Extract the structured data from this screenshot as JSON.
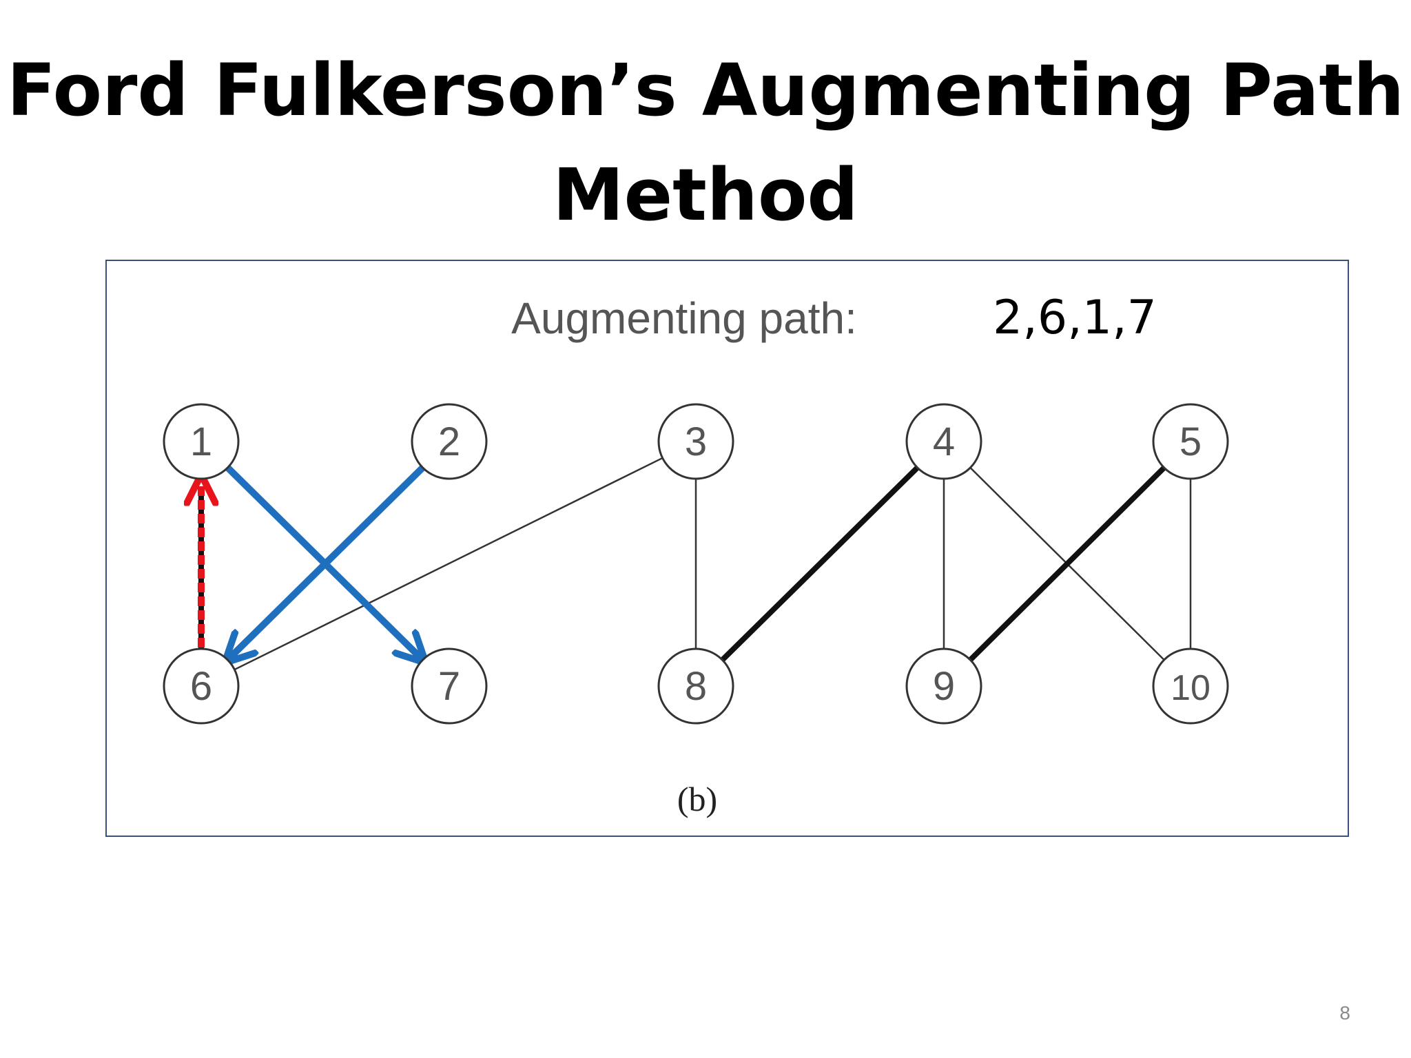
{
  "slide": {
    "title_line1": "Ford Fulkerson’s Augmenting Path",
    "title_line2": "Method",
    "page_number": "8"
  },
  "figure": {
    "label_prefix": "Augmenting path:",
    "path_value": "2,6,1,7",
    "caption": "(b)",
    "nodes": [
      {
        "id": "1",
        "label": "1"
      },
      {
        "id": "2",
        "label": "2"
      },
      {
        "id": "3",
        "label": "3"
      },
      {
        "id": "4",
        "label": "4"
      },
      {
        "id": "5",
        "label": "5"
      },
      {
        "id": "6",
        "label": "6"
      },
      {
        "id": "7",
        "label": "7"
      },
      {
        "id": "8",
        "label": "8"
      },
      {
        "id": "9",
        "label": "9"
      },
      {
        "id": "10",
        "label": "10"
      }
    ],
    "edges": [
      {
        "from": "3",
        "to": "6",
        "style": "thin"
      },
      {
        "from": "3",
        "to": "8",
        "style": "thin"
      },
      {
        "from": "4",
        "to": "9",
        "style": "thin"
      },
      {
        "from": "4",
        "to": "10",
        "style": "thin"
      },
      {
        "from": "5",
        "to": "10",
        "style": "thin"
      },
      {
        "from": "4",
        "to": "8",
        "style": "matched"
      },
      {
        "from": "5",
        "to": "9",
        "style": "matched"
      },
      {
        "from": "2",
        "to": "6",
        "style": "augment-forward"
      },
      {
        "from": "6",
        "to": "1",
        "style": "augment-backward"
      },
      {
        "from": "1",
        "to": "7",
        "style": "augment-forward"
      }
    ],
    "colors": {
      "forward": "#1f6fbf",
      "backward": "#e8141c",
      "matched": "#111111",
      "thin": "#333333",
      "node_stroke": "#333333",
      "label": "#000000",
      "faded_label": "#555555"
    }
  }
}
